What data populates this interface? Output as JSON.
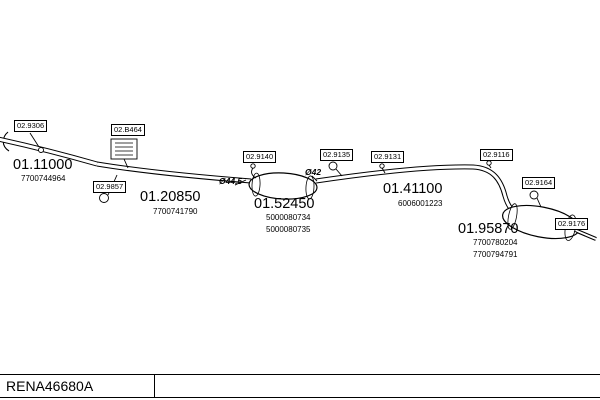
{
  "footer": {
    "code": "RENA46680A"
  },
  "diagram": {
    "callouts": {
      "c9306": "02.9306",
      "cB464": "02.B464",
      "c9857": "02.9857",
      "c9140": "02.9140",
      "c9135": "02.9135",
      "c9131": "02.9131",
      "c9116": "02.9116",
      "c9164": "02.9164",
      "c9176": "02.9176"
    },
    "parts": {
      "front_pipe": {
        "ref": "01.11000",
        "oem1": "7700744964"
      },
      "center_pipe": {
        "ref": "01.20850",
        "oem1": "7700741790"
      },
      "center_silencer": {
        "ref": "01.52450",
        "oem1": "5000080734",
        "oem2": "5000080735"
      },
      "connecting_pipe": {
        "ref": "01.41100",
        "oem1": "6006001223"
      },
      "rear_silencer": {
        "ref": "01.95870",
        "oem1": "7700780204",
        "oem2": "7700794791"
      }
    },
    "dimensions": {
      "inlet": "Ø44,5",
      "outlet": "Ø42"
    }
  }
}
